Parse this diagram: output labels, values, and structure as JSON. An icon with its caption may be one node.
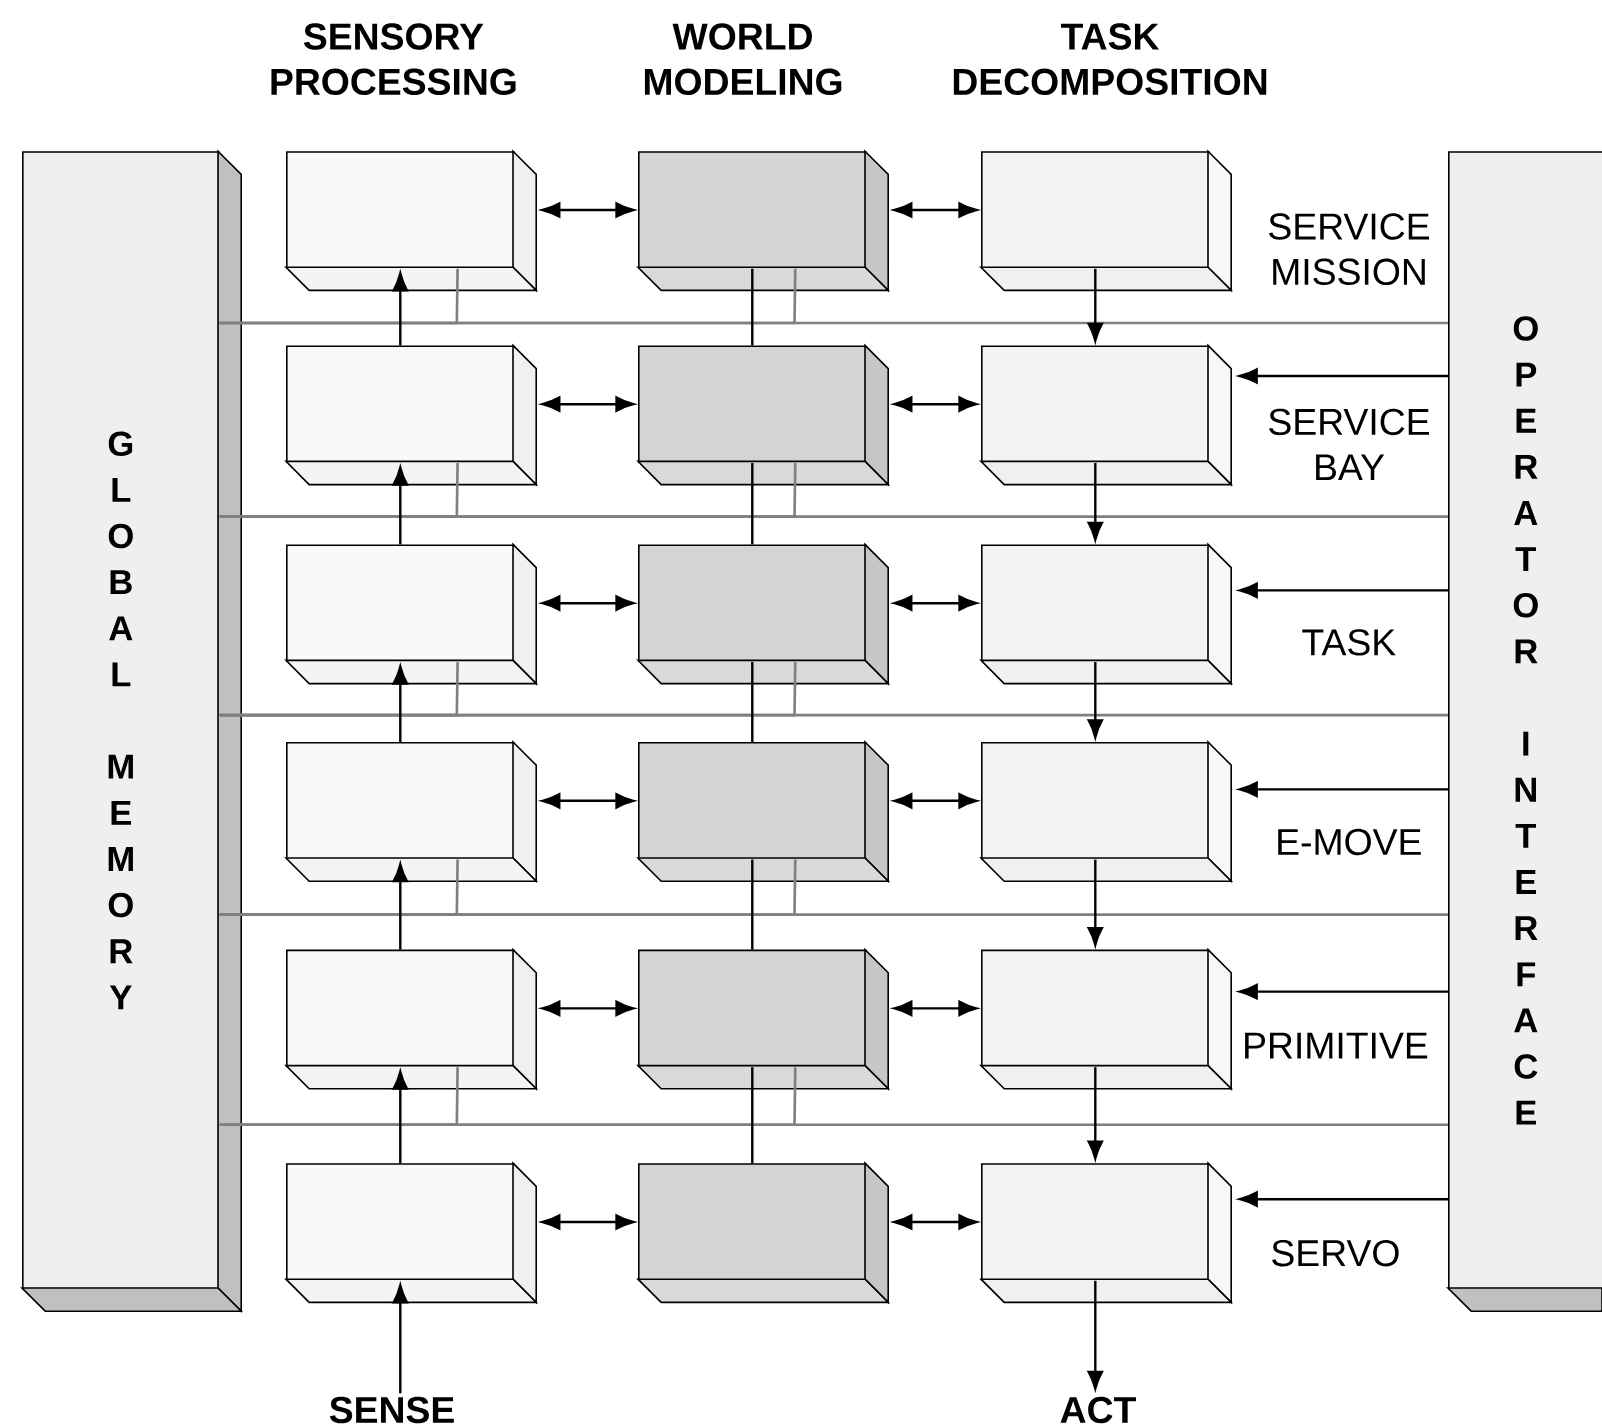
{
  "diagram": {
    "nodes": [
      {
        "text": [
          "GLOBAL MEMORY"
        ]
      },
      {
        "text": [],
        "shape": "box"
      },
      {
        "text": [],
        "shape": "box"
      },
      {
        "text": [],
        "shape": "box"
      },
      {
        "text": [],
        "shape": "box"
      },
      {
        "text": [],
        "shape": "box"
      },
      {
        "text": [],
        "shape": "box"
      },
      {
        "text": [],
        "shape": "box"
      },
      {
        "text": [],
        "shape": "box"
      },
      {
        "text": [],
        "shape": "box"
      },
      {
        "text": [],
        "shape": "box"
      },
      {
        "text": [],
        "shape": "box"
      },
      {
        "text": [],
        "shape": "box"
      },
      {
        "text": [],
        "shape": "box"
      },
      {
        "text": [],
        "shape": "box"
      },
      {
        "text": [],
        "shape": "box"
      },
      {
        "text": [],
        "shape": "box"
      },
      {
        "text": [],
        "shape": "box"
      },
      {
        "text": [],
        "shape": "box"
      },
      {
        "text": [
          "OPERATOR INTERFACE"
        ]
      },
      {
        "text": [
          "SENSE"
        ]
      },
      {
        "text": [
          "ACT"
        ]
      }
    ],
    "edges": [
      {
        "from": 0,
        "to": 19,
        "arrow": "none",
        "color": "#808080"
      },
      {
        "from": 0,
        "to": 19,
        "arrow": "none",
        "color": "#808080"
      },
      {
        "from": 0,
        "to": 19,
        "arrow": "none",
        "color": "#808080"
      },
      {
        "from": 0,
        "to": 19,
        "arrow": "none",
        "color": "#808080"
      },
      {
        "from": 0,
        "to": 19,
        "arrow": "none",
        "color": "#808080"
      },
      {
        "from": 1,
        "to": 0,
        "arrow": "none",
        "color": "#808080"
      },
      {
        "from": 2,
        "to": 0,
        "arrow": "none",
        "color": "#808080"
      },
      {
        "from": 4,
        "to": 0,
        "arrow": "none",
        "color": "#808080"
      },
      {
        "from": 5,
        "to": 0,
        "arrow": "none",
        "color": "#808080"
      },
      {
        "from": 7,
        "to": 0,
        "arrow": "none",
        "color": "#808080"
      },
      {
        "from": 8,
        "to": 0,
        "arrow": "none",
        "color": "#808080"
      },
      {
        "from": 10,
        "to": 0,
        "arrow": "none",
        "color": "#808080"
      },
      {
        "from": 11,
        "to": 0,
        "arrow": "none",
        "color": "#808080"
      },
      {
        "from": 13,
        "to": 0,
        "arrow": "none",
        "color": "#808080"
      },
      {
        "from": 14,
        "to": 0,
        "arrow": "none",
        "color": "#808080"
      },
      {
        "from": 1,
        "to": 2,
        "arrow": "both"
      },
      {
        "from": 2,
        "to": 3,
        "arrow": "both"
      },
      {
        "from": 4,
        "to": 5,
        "arrow": "both"
      },
      {
        "from": 5,
        "to": 6,
        "arrow": "both"
      },
      {
        "from": 7,
        "to": 8,
        "arrow": "both"
      },
      {
        "from": 8,
        "to": 9,
        "arrow": "both"
      },
      {
        "from": 10,
        "to": 11,
        "arrow": "both"
      },
      {
        "from": 11,
        "to": 12,
        "arrow": "both"
      },
      {
        "from": 13,
        "to": 14,
        "arrow": "both"
      },
      {
        "from": 14,
        "to": 15,
        "arrow": "both"
      },
      {
        "from": 16,
        "to": 17,
        "arrow": "both"
      },
      {
        "from": 17,
        "to": 18,
        "arrow": "both"
      },
      {
        "from": 4,
        "to": 1,
        "arrow": "to"
      },
      {
        "from": 7,
        "to": 4,
        "arrow": "to"
      },
      {
        "from": 10,
        "to": 7,
        "arrow": "to"
      },
      {
        "from": 13,
        "to": 10,
        "arrow": "to"
      },
      {
        "from": 16,
        "to": 13,
        "arrow": "to"
      },
      {
        "from": 2,
        "to": 5,
        "arrow": "none"
      },
      {
        "from": 5,
        "to": 8,
        "arrow": "none"
      },
      {
        "from": 8,
        "to": 11,
        "arrow": "none"
      },
      {
        "from": 11,
        "to": 14,
        "arrow": "none"
      },
      {
        "from": 14,
        "to": 17,
        "arrow": "none"
      },
      {
        "from": 3,
        "to": 6,
        "arrow": "to"
      },
      {
        "from": 6,
        "to": 9,
        "arrow": "to"
      },
      {
        "from": 9,
        "to": 12,
        "arrow": "to"
      },
      {
        "from": 12,
        "to": 15,
        "arrow": "to"
      },
      {
        "from": 15,
        "to": 18,
        "arrow": "to"
      },
      {
        "from": 19,
        "to": 6,
        "arrow": "to"
      },
      {
        "from": 19,
        "to": 9,
        "arrow": "to"
      },
      {
        "from": 19,
        "to": 12,
        "arrow": "to"
      },
      {
        "from": 19,
        "to": 15,
        "arrow": "to"
      },
      {
        "from": 19,
        "to": 18,
        "arrow": "to"
      },
      {
        "from": 20,
        "to": 16,
        "arrow": "to"
      },
      {
        "from": 18,
        "to": 21,
        "arrow": "to"
      }
    ],
    "labels": [
      "SENSORY PROCESSING",
      "WORLD MODELING",
      "TASK DECOMPOSITION",
      "SERVICE MISSION",
      "SERVICE BAY",
      "TASK",
      "E-MOVE",
      "PRIMITIVE",
      "SERVO"
    ]
  }
}
